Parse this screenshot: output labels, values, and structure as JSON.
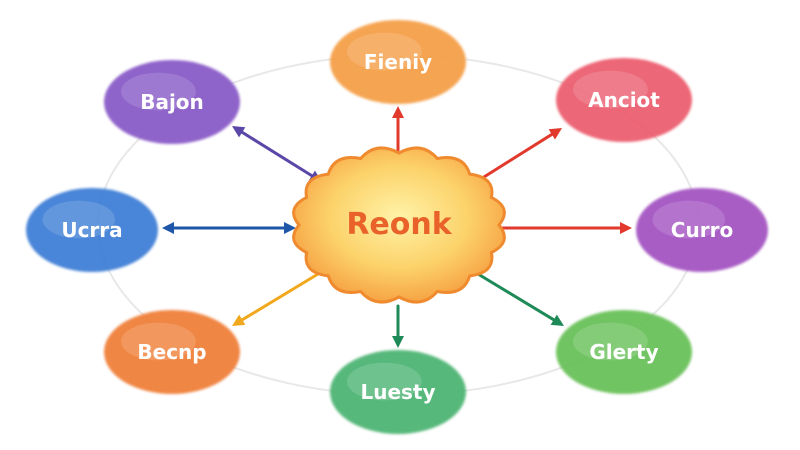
{
  "diagram": {
    "center": {
      "label": "Reonk",
      "color": "#f9b233",
      "text_color": "#e8622a"
    },
    "nodes": [
      {
        "id": "fieniy",
        "label": "Fieniy",
        "color": "#f5a04a",
        "arrow_color": "#e2392d",
        "direction": "out"
      },
      {
        "id": "anciot",
        "label": "Anciot",
        "color": "#ec5f6f",
        "arrow_color": "#e2392d",
        "direction": "out"
      },
      {
        "id": "curro",
        "label": "Curro",
        "color": "#a455c2",
        "arrow_color": "#e2392d",
        "direction": "out"
      },
      {
        "id": "glerty",
        "label": "Glerty",
        "color": "#6bc15a",
        "arrow_color": "#1e8a57",
        "direction": "out"
      },
      {
        "id": "luesty",
        "label": "Luesty",
        "color": "#4fb575",
        "arrow_color": "#1e8a57",
        "direction": "out"
      },
      {
        "id": "becnp",
        "label": "Becnp",
        "color": "#f0803a",
        "arrow_color": "#f2a81d",
        "direction": "out"
      },
      {
        "id": "ucrra",
        "label": "Ucrra",
        "color": "#3f7fd6",
        "arrow_color": "#1f56a8",
        "direction": "both"
      },
      {
        "id": "bajon",
        "label": "Bajon",
        "color": "#8a5bc8",
        "arrow_color": "#5b47a8",
        "direction": "both"
      }
    ]
  }
}
